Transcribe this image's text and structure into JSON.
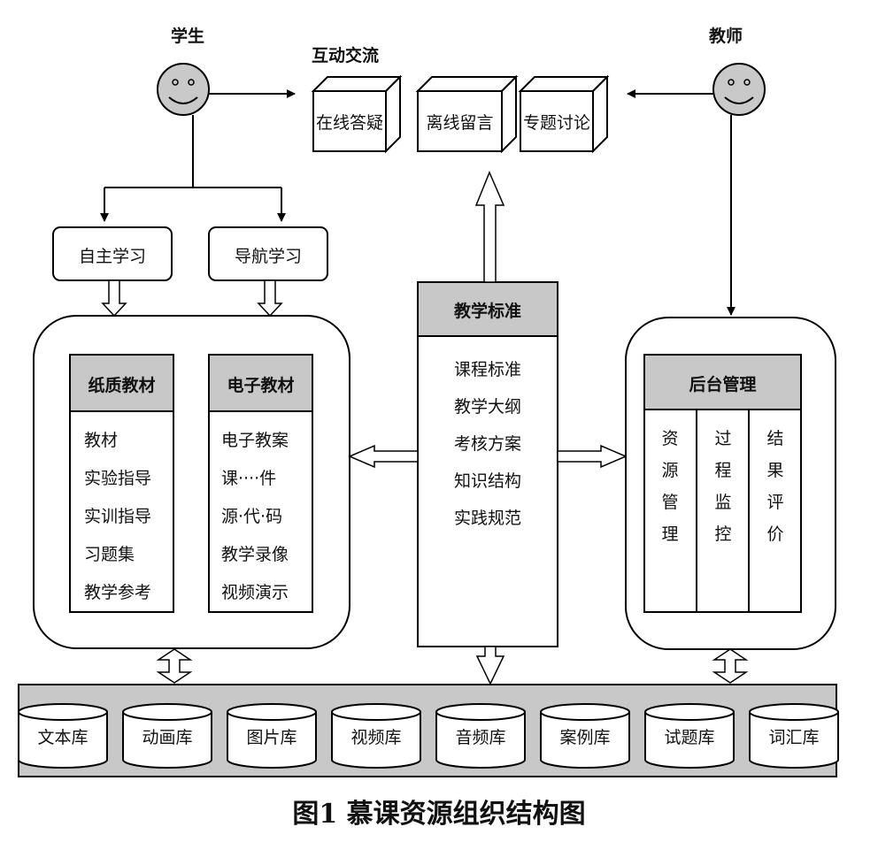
{
  "actors": {
    "student": "学生",
    "teacher": "教师"
  },
  "interaction": {
    "title": "互动交流",
    "boxes": [
      "在线答疑",
      "离线留言",
      "专题讨论"
    ]
  },
  "learning_modes": [
    "自主学习",
    "导航学习"
  ],
  "teaching_standard": {
    "title": "教学标准",
    "items": [
      "课程标准",
      "教学大纲",
      "考核方案",
      "知识结构",
      "实践规范"
    ]
  },
  "materials": {
    "paper": {
      "title": "纸质教材",
      "items": [
        "教材",
        "实验指导",
        "实训指导",
        "习题集",
        "教学参考"
      ]
    },
    "electronic": {
      "title": "电子教材",
      "items": [
        "电子教案",
        "课····件",
        "源·代·码",
        "教学录像",
        "视频演示"
      ]
    }
  },
  "backend": {
    "title": "后台管理",
    "columns": [
      "资源管理",
      "过程监控",
      "结果评价"
    ]
  },
  "libraries": [
    "文本库",
    "动画库",
    "图片库",
    "视频库",
    "音频库",
    "案例库",
    "试题库",
    "词汇库"
  ],
  "caption": "图1   慕课资源组织结构图"
}
